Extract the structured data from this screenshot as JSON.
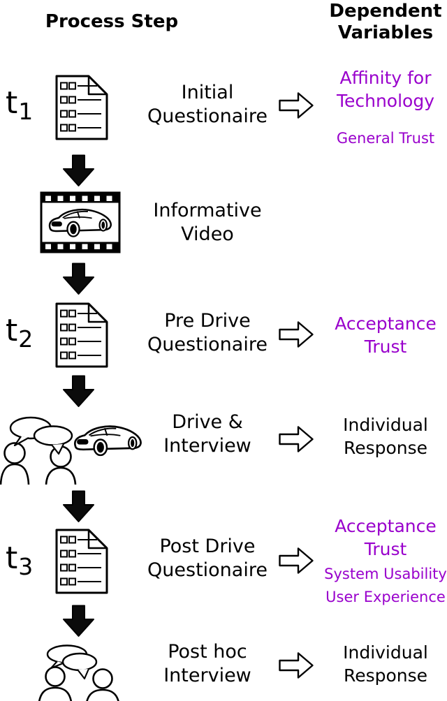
{
  "header": {
    "left_title": "Process Step",
    "right_title_lines": [
      "Dependent",
      "Variables"
    ]
  },
  "colors": {
    "purple": "#9900CC",
    "text": "#000000",
    "background": "#ffffff"
  },
  "rows": [
    {
      "time": {
        "base": "t",
        "sub": "1"
      },
      "icon": "questionnaire-icon",
      "step_lines": [
        "Initial",
        "Questionaire"
      ],
      "dv_color": "purple",
      "dv_primary": [
        "Affinity for",
        "Technology"
      ],
      "dv_secondary": [
        "General Trust"
      ]
    },
    {
      "icon": "film-strip-car-icon",
      "step_lines": [
        "Informative",
        "Video"
      ]
    },
    {
      "time": {
        "base": "t",
        "sub": "2"
      },
      "icon": "questionnaire-icon",
      "step_lines": [
        "Pre Drive",
        "Questionaire"
      ],
      "dv_color": "purple",
      "dv_primary": [
        "Acceptance",
        "Trust"
      ]
    },
    {
      "icon": "interview-people-car-icon",
      "step_lines": [
        "Drive &",
        "Interview"
      ],
      "dv_color": "black",
      "dv_primary": [
        "Individual",
        "Response"
      ]
    },
    {
      "time": {
        "base": "t",
        "sub": "3"
      },
      "icon": "questionnaire-icon",
      "step_lines": [
        "Post Drive",
        "Questionaire"
      ],
      "dv_color": "purple",
      "dv_primary": [
        "Acceptance",
        "Trust"
      ],
      "dv_secondary": [
        "System Usability",
        "User Experience"
      ]
    },
    {
      "icon": "interview-people-icon",
      "step_lines": [
        "Post hoc",
        "Interview"
      ],
      "dv_color": "black",
      "dv_primary": [
        "Individual",
        "Response"
      ]
    }
  ]
}
